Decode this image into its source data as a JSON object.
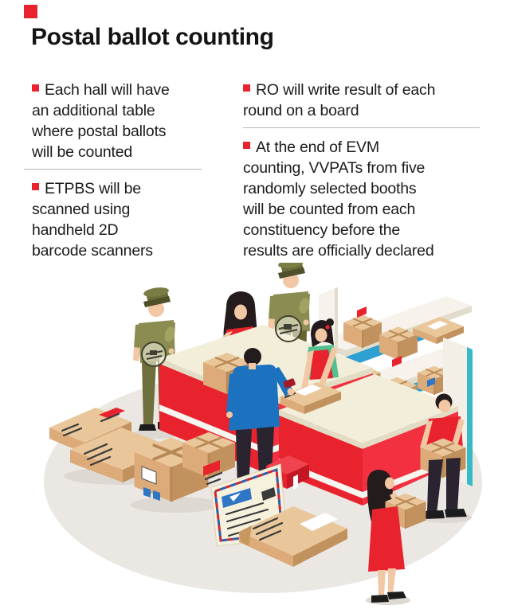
{
  "header": {
    "title": "Postal ballot counting"
  },
  "brand": {
    "accent_color": "#e8232e"
  },
  "bullets": {
    "left": [
      "Each hall will have\nan additional table\nwhere postal ballots\nwill be counted",
      "ETPBS will be\nscanned using\nhandheld 2D\nbarcode scanners"
    ],
    "right": [
      "RO will write result of each\nround on a board",
      "At the end of EVM\ncounting, VVPATs from five\nrandomly selected booths\nwill be counted from each\nconstituency before the\nresults are officially declared"
    ]
  },
  "illustration": {
    "alt": "Isometric scene of a postal ballot counting hall: two security guards in olive uniforms, staff at red counters handling parcels with a barcode scanner, shelves stacked with parcels, workers carrying boxes, an airmail envelope and parcels on the floor",
    "palette": {
      "accent_red": "#e8232e",
      "olive_uniform": "#8b8c52",
      "blue_shirt": "#1d72c0",
      "teal_top": "#53c08f",
      "carton_tan": "#dcab79",
      "floor_gray": "#ebe7e2",
      "envelope_cream": "#f6f1dd",
      "airmail_blue": "#2f76c5",
      "shelf_teal": "#36b9c9"
    }
  }
}
